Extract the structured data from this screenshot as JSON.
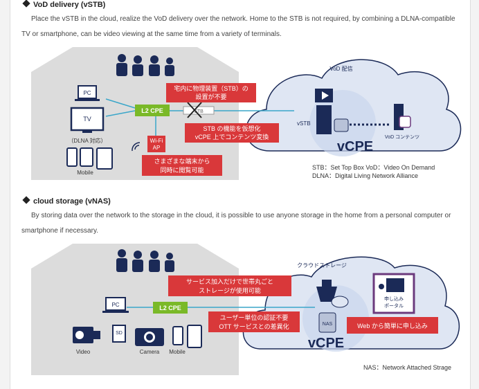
{
  "section1": {
    "heading": "VoD delivery (vSTB)",
    "text": "Place the vSTB in the cloud, realize the VoD delivery over the network. Home to the STB is not required, by combining a DLNA-compatible TV or smartphone, can be video viewing at the same time from a variety of terminals.",
    "diagram": {
      "pc": "PC",
      "tv": "TV",
      "dlna": "（DLNA 対応）",
      "mobile": "Mobile",
      "l2cpe": "L2 CPE",
      "wifi_line1": "Wi-Fi",
      "wifi_line2": "AP",
      "stb": "STB",
      "callout_stb_line1": "宅内に物理装置（STB）の",
      "callout_stb_line2": "設置が不要",
      "callout_vcpe_line1": "STB の機能を仮想化",
      "callout_vcpe_line2": "vCPE 上でコンテンツ変換",
      "callout_multi_line1": "さまざまな端末から",
      "callout_multi_line2": "同時に閲覧可能",
      "vod_label": "VoD 配信",
      "vstb": "vSTB",
      "vod_contents": "VoD コンテンツ",
      "vcpe": "vCPE"
    },
    "note_line1": "STB：Set Top Box  VoD：Video On Demand",
    "note_line2": "DLNA：Digital Living Network Alliance"
  },
  "section2": {
    "heading": "cloud storage (vNAS)",
    "text": "By storing data over the network to the storage in the cloud, it is possible to use anyone storage in the home from a personal computer or smartphone if necessary.",
    "diagram": {
      "pc": "PC",
      "l2cpe": "L2 CPE",
      "sd": "SD",
      "video": "Video",
      "camera": "Camera",
      "mobile": "Mobile",
      "callout_storage_line1": "サービス加入だけで世帯丸ごと",
      "callout_storage_line2": "ストレージが使用可能",
      "callout_auth_line1": "ユーザー単位の認証不要",
      "callout_auth_line2": "OTT サービスとの差異化",
      "cloud_label": "クラウドストレージ",
      "nas": "NAS",
      "portal_line1": "申し込み",
      "portal_line2": "ポータル",
      "callout_web": "Web から簡単に申し込み",
      "vcpe": "vCPE"
    },
    "note": "NAS：Network Attached Strage"
  },
  "colors": {
    "navy": "#1b2a57",
    "house": "#dcdcdc",
    "red": "#d9383a",
    "green": "#7ab928",
    "cloud": "#dfe6f3",
    "line": "#3aa6c9",
    "purple": "#6b3a7d"
  }
}
